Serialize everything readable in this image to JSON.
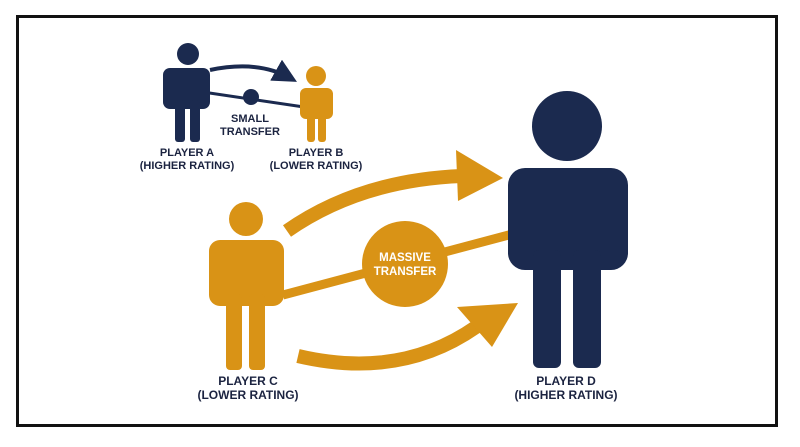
{
  "colors": {
    "navy": "#1b2a4f",
    "gold": "#d99316",
    "frame": "#111111",
    "text": "#1b2340"
  },
  "players": {
    "a": {
      "name": "PLAYER A",
      "rating": "(HIGHER RATING)",
      "color": "navy",
      "icon": "person-icon"
    },
    "b": {
      "name": "PLAYER B",
      "rating": "(LOWER RATING)",
      "color": "gold",
      "icon": "person-icon"
    },
    "c": {
      "name": "PLAYER C",
      "rating": "(LOWER RATING)",
      "color": "gold",
      "icon": "person-icon"
    },
    "d": {
      "name": "PLAYER D",
      "rating": "(HIGHER RATING)",
      "color": "navy",
      "icon": "person-icon"
    }
  },
  "transfers": {
    "small": {
      "line1": "SMALL",
      "line2": "TRANSFER",
      "from": "a",
      "to": "b"
    },
    "massive": {
      "line1": "MASSIVE",
      "line2": "TRANSFER",
      "from": "c",
      "to": "d"
    }
  }
}
